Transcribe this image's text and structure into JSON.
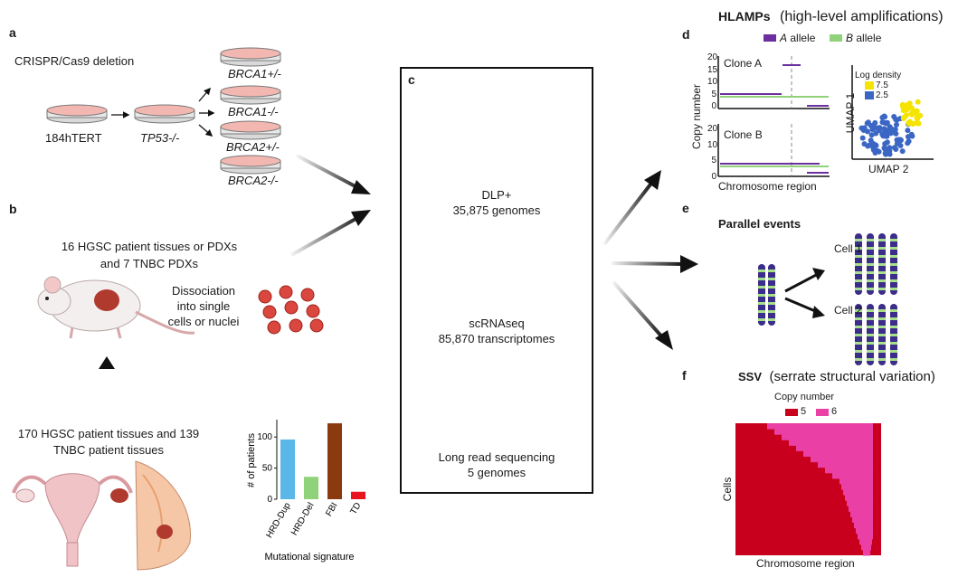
{
  "panels": {
    "a": {
      "letter": "a",
      "title": "CRISPR/Cas9 deletion",
      "start_label": "184hTERT",
      "mid_label": "TP53-/-",
      "outcomes": [
        "BRCA1+/-",
        "BRCA1-/-",
        "BRCA2+/-",
        "BRCA2-/-"
      ]
    },
    "b": {
      "letter": "b",
      "pdx_line1": "16 HGSC patient tissues or PDXs",
      "pdx_line2": "and 7 TNBC PDXs",
      "dissoc_line1": "Dissociation",
      "dissoc_line2": "into single",
      "dissoc_line3": "cells or nuclei",
      "tissue_line1": "170 HGSC patient tissues and 139",
      "tissue_line2": "TNBC patient tissues"
    },
    "c": {
      "letter": "c",
      "dlp_title": "DLP+",
      "dlp_count": "35,875 genomes",
      "scrna_title": "scRNAseq",
      "scrna_count": "85,870 transcriptomes",
      "lr_title": "Long read sequencing",
      "lr_count": "5 genomes"
    },
    "d": {
      "letter": "d",
      "title_bold": "HLAMPs",
      "title_rest": "(high-level amplifications)",
      "legend_a_letter": "A",
      "legend_a_rest": " allele",
      "legend_b_letter": "B",
      "legend_b_rest": " allele",
      "clone_a": "Clone A",
      "clone_b": "Clone B",
      "ylabel": "Copy number",
      "xlabel": "Chromosome region",
      "ticks_a": [
        "20",
        "15",
        "10",
        "5",
        "0"
      ],
      "ticks_b": [
        "20",
        "10",
        "5",
        "0"
      ],
      "umap_ylabel": "UMAP 1",
      "umap_xlabel": "UMAP 2",
      "density_title": "Log density",
      "density_high": "7.5",
      "density_low": "2.5"
    },
    "e": {
      "letter": "e",
      "title": "Parallel events",
      "cell1": "Cell 1",
      "cell2": "Cell 2"
    },
    "f": {
      "letter": "f",
      "title_bold": "SSV",
      "title_rest": "(serrate structural variation)",
      "legend_title": "Copy number",
      "legend_5": "5",
      "legend_6": "6",
      "ylabel": "Cells",
      "xlabel": "Chromosome region"
    }
  },
  "colors": {
    "allele_a": "#6b2fa0",
    "allele_b": "#8fd27a",
    "density_high": "#f5e400",
    "density_low": "#3b66c4",
    "cn5": "#c8001e",
    "cn6": "#ea3fa5",
    "chrom_dark": "#3d2d8a",
    "chrom_light": "#a7e08a"
  },
  "chart_data": {
    "type": "bar",
    "categories": [
      "HRD-Dup",
      "HRD-Del",
      "FBI",
      "TD"
    ],
    "values": [
      96,
      36,
      122,
      12
    ],
    "colors": [
      "#5ab8e8",
      "#8fd27a",
      "#8b3a0f",
      "#e8141e"
    ],
    "ylabel": "# of patients",
    "xlabel": "Mutational signature",
    "yticks": [
      0,
      50,
      100
    ],
    "ylim": [
      0,
      125
    ]
  }
}
